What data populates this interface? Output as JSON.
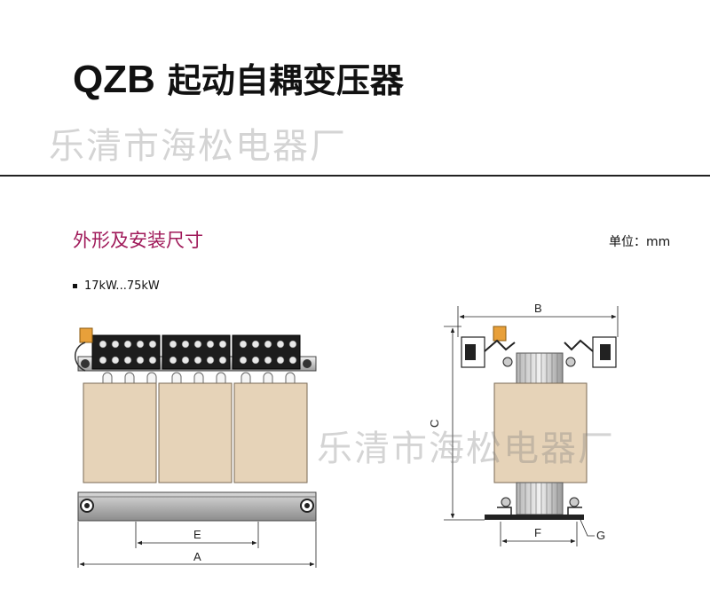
{
  "header": {
    "model": "QZB",
    "name": "起动自耦变压器"
  },
  "watermark": "乐清市海松电器厂",
  "section": {
    "title": "外形及安装尺寸",
    "unit": "单位：mm",
    "spec": "17kW...75kW"
  },
  "dimensions": {
    "A": "A",
    "B": "B",
    "C": "C",
    "E": "E",
    "F": "F",
    "G": "G"
  },
  "colors": {
    "core": "#e6d3b8",
    "section_title": "#a01a5a",
    "terminal_orange": "#e8a03a"
  }
}
